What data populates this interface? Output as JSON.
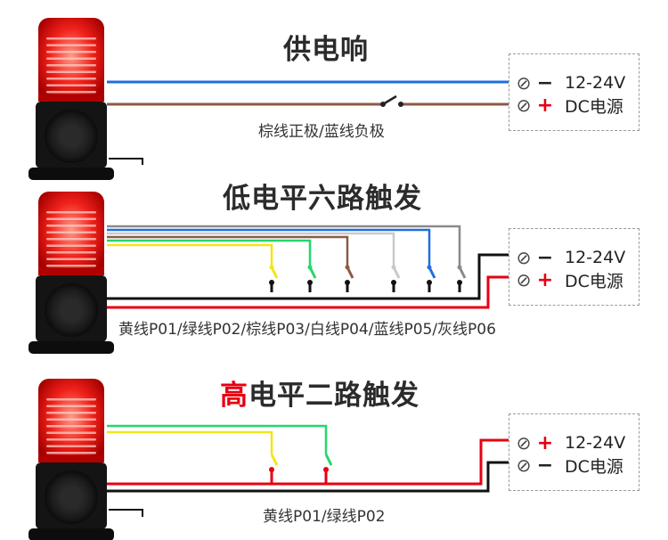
{
  "colors": {
    "red": "#e60012",
    "black": "#111111",
    "blue": "#1e6fe0",
    "brown": "#8b5a44",
    "yellow": "#f2e51a",
    "green": "#24d66a",
    "white_wire": "#c9c9c9",
    "gray": "#8a8a8a"
  },
  "sections": [
    {
      "title": "供电响",
      "wire_note": "棕线正极/蓝线负极",
      "terminal": {
        "row1_polarity": "−",
        "row1_text": "12-24V",
        "row2_polarity": "+",
        "row2_text": "DC电源"
      }
    },
    {
      "title": "低电平六路触发",
      "wire_note": "黄线P01/绿线P02/棕线P03/白线P04/蓝线P05/灰线P06",
      "terminal": {
        "row1_polarity": "−",
        "row1_text": "12-24V",
        "row2_polarity": "+",
        "row2_text": "DC电源"
      }
    },
    {
      "title_accent": "高",
      "title_rest": "电平二路触发",
      "wire_note": "黄线P01/绿线P02",
      "terminal": {
        "row1_polarity": "+",
        "row1_text": "12-24V",
        "row2_polarity": "−",
        "row2_text": "DC电源"
      }
    }
  ],
  "terminal_symbol": "⊘"
}
